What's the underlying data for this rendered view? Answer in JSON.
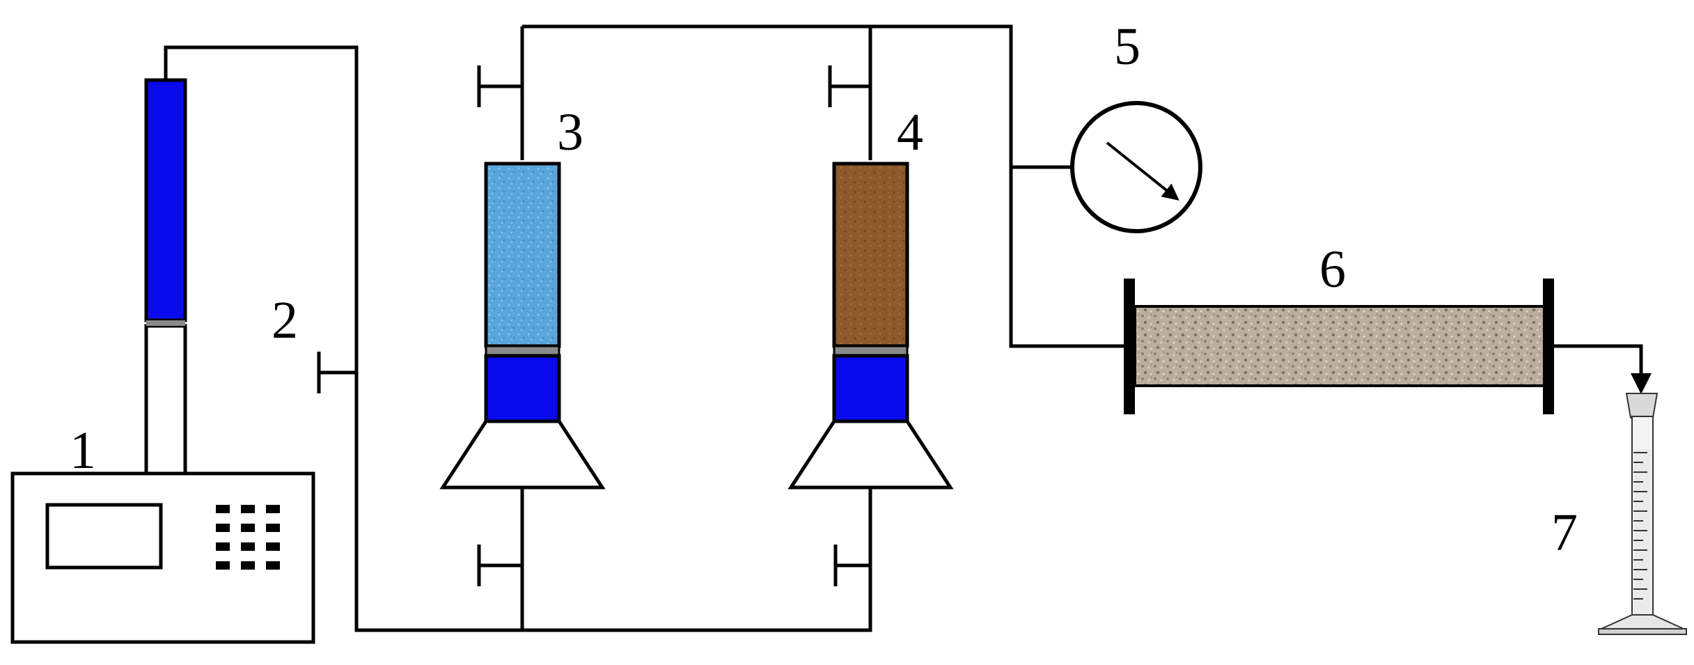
{
  "labels": {
    "pump": "1",
    "valve_main": "2",
    "vessel_water": "3",
    "vessel_oil": "4",
    "pressure_gauge": "5",
    "sand_pack": "6",
    "cylinder": "7"
  },
  "colors": {
    "line": "#000000",
    "pump_fluid": "#0a0aee",
    "piston_blue": "#0a0aee",
    "piston_gray": "#8a8a8a",
    "water": "#5aa6dc",
    "oil": "#8b5a2b",
    "sand": "#b7a898",
    "background": "#ffffff"
  },
  "icons": {
    "valve": "valve-t-icon",
    "gauge": "pressure-gauge-icon",
    "keypad": "keypad-icon",
    "cylinder": "graduated-cylinder-icon"
  }
}
